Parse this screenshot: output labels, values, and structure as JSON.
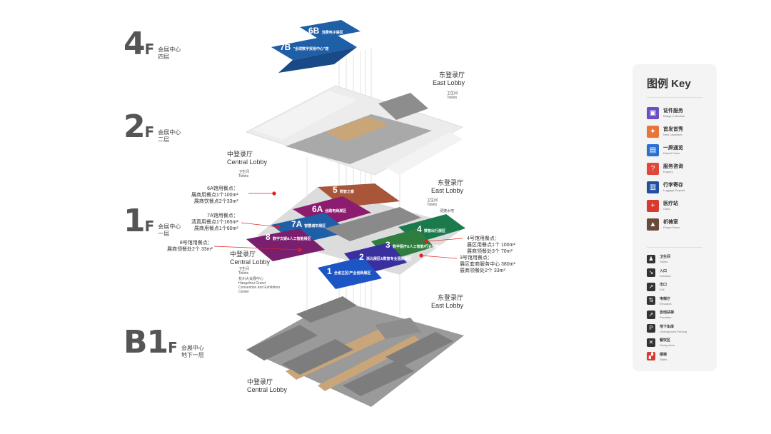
{
  "levels": [
    {
      "code": "4",
      "sub": "F",
      "cn1": "会展中心",
      "cn2": "四层"
    },
    {
      "code": "2",
      "sub": "F",
      "cn1": "会展中心",
      "cn2": "二层"
    },
    {
      "code": "1",
      "sub": "F",
      "cn1": "会展中心",
      "cn2": "一层"
    },
    {
      "code": "B1",
      "sub": "F",
      "cn1": "会展中心",
      "cn2": "地下一层"
    }
  ],
  "halls": [
    {
      "num": "6B",
      "name": "消费电子展区",
      "color": "#1f5fa8"
    },
    {
      "num": "7B",
      "name": "\"全球数字贸易中心\"馆",
      "color": "#1f5fa8"
    },
    {
      "num": "5",
      "name": "数智之窗",
      "color": "#a8553a"
    },
    {
      "num": "6A",
      "name": "丝路电商展区",
      "color": "#8c1c70"
    },
    {
      "num": "7A",
      "name": "智慧城市展区",
      "color": "#1f5fa8"
    },
    {
      "num": "8",
      "name": "数字文娱&人工智能展区",
      "color": "#7a1f6e"
    },
    {
      "num": "4",
      "name": "数智出行展区",
      "color": "#1a7a4c"
    },
    {
      "num": "3",
      "name": "数字医疗&人工智能/行业创新展区",
      "color": "#2f7d3f"
    },
    {
      "num": "2",
      "name": "浙北展区&数智专业国际展区",
      "color": "#3a2f9e"
    },
    {
      "num": "1",
      "name": "全省主区/产业创新展区",
      "color": "#1d56c4"
    }
  ],
  "lobbies": {
    "east": {
      "cn": "东登录厅",
      "en": "East Lobby"
    },
    "central": {
      "cn": "中登录厅",
      "en": "Central Lobby"
    }
  },
  "labels": {
    "toilet": "卫生间",
    "toilet_en": "Toilets",
    "center_cn": "杭州大会展中心",
    "center_en": "Hangzhou Grand Convention and Exhibition Center",
    "beverage": "便捷水吧"
  },
  "annotations": {
    "a6": [
      "6A馆用餐点：",
      "展商用餐点1个100m²",
      "展商饮餐点2个33m²"
    ],
    "a7": [
      "7A馆用餐点：",
      "清真用餐点1个165m²",
      "展商用餐点1个60m²"
    ],
    "a8": [
      "8号馆用餐点：",
      "展商领餐处2个 33m²"
    ],
    "a4": [
      "4号馆用餐点：",
      "展区用餐点1个 100m²",
      "展商领餐处3个 70m²"
    ],
    "a3": [
      "3号馆用餐点：",
      "展区套商服务中心 380m²",
      "展商领餐处2个 33m²"
    ]
  },
  "legend": {
    "title": "图例  Key",
    "items": [
      {
        "cn": "证件服务",
        "en": "Badge Collection",
        "color": "#6b4fc4",
        "icon": "badge-icon",
        "glyph": "▣"
      },
      {
        "cn": "首发首秀",
        "en": "New Launches",
        "color": "#e8763a",
        "icon": "launch-icon",
        "glyph": "✦"
      },
      {
        "cn": "一屏通览",
        "en": "Data & Facts",
        "color": "#2a6fd1",
        "icon": "screen-icon",
        "glyph": "▤"
      },
      {
        "cn": "服务咨询",
        "en": "Enquiry",
        "color": "#e0473a",
        "icon": "enquiry-icon",
        "glyph": "?"
      },
      {
        "cn": "行李寄存",
        "en": "Luggage Deposit",
        "color": "#1f4fa0",
        "icon": "luggage-icon",
        "glyph": "▥"
      },
      {
        "cn": "医疗站",
        "en": "Clinic",
        "color": "#d83a30",
        "icon": "clinic-icon",
        "glyph": "+"
      },
      {
        "cn": "祈祷室",
        "en": "Prayer Room",
        "color": "#6a4a3a",
        "icon": "prayer-icon",
        "glyph": "▲"
      }
    ],
    "facilities": [
      {
        "cn": "卫生间",
        "en": "Toilets",
        "icon": "toilet-icon",
        "glyph": "♟",
        "color": "#333333"
      },
      {
        "cn": "入口",
        "en": "Entrance",
        "icon": "entrance-icon",
        "glyph": "↘",
        "color": "#333333"
      },
      {
        "cn": "出口",
        "en": "Exit",
        "icon": "exit-icon",
        "glyph": "↗",
        "color": "#333333"
      },
      {
        "cn": "电梯厅",
        "en": "Elevators",
        "icon": "elevator-icon",
        "glyph": "⇅",
        "color": "#333333"
      },
      {
        "cn": "自动扶梯",
        "en": "Escalator",
        "icon": "escalator-icon",
        "glyph": "↗",
        "color": "#333333"
      },
      {
        "cn": "地下车库",
        "en": "Underground Parking",
        "icon": "parking-icon",
        "glyph": "P",
        "color": "#333333"
      },
      {
        "cn": "餐饮区",
        "en": "Dining Area",
        "icon": "dining-icon",
        "glyph": "✕",
        "color": "#333333"
      },
      {
        "cn": "楼梯",
        "en": "Stairs",
        "icon": "stairs-icon",
        "glyph": "▞",
        "color": "#d83a30"
      }
    ]
  },
  "colors": {
    "floor_grey": "#8a8a8a",
    "floor_light": "#e9e9e9",
    "corridor": "#c9a57a"
  }
}
